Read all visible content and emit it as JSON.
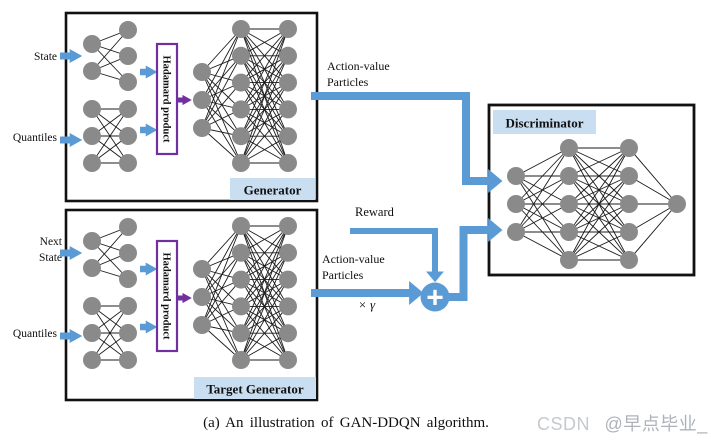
{
  "figure": {
    "caption": "(a) An illustration of GAN-DDQN algorithm.",
    "watermark_brand": "CSDN",
    "watermark_user": "@早点毕业_"
  },
  "generator": {
    "label": "Generator",
    "input_state": "State",
    "input_quantiles": "Quantiles",
    "hadamard_label": "Hadamard product",
    "output_line1": "Action-value",
    "output_line2": "Particles"
  },
  "target_generator": {
    "label": "Target Generator",
    "input_next_line1": "Next",
    "input_next_line2": "State",
    "input_quantiles": "Quantiles",
    "hadamard_label": "Hadamard product",
    "output_line1": "Action-value",
    "output_line2": "Particles",
    "discount_factor": "× γ"
  },
  "discriminator": {
    "label": "Discriminator"
  },
  "signals": {
    "reward": "Reward",
    "sum_operator": "+"
  },
  "colors": {
    "arrow_blue": "#5B9BD5",
    "purple": "#7030A0",
    "node_gray": "#8A8A8A",
    "label_bg": "#C9DEF1",
    "box_border": "#111111",
    "watermark_brand": "#C6C9CD",
    "watermark_user": "#AEB3B9"
  },
  "networks": {
    "gen_state_net": {
      "layers": [
        2,
        3
      ]
    },
    "gen_quantile_net": {
      "layers": [
        3,
        3
      ]
    },
    "gen_main_net": {
      "layers": [
        3,
        6,
        6
      ]
    },
    "tgt_state_net": {
      "layers": [
        2,
        3
      ]
    },
    "tgt_quantile_net": {
      "layers": [
        3,
        3
      ]
    },
    "tgt_main_net": {
      "layers": [
        3,
        6,
        6
      ]
    },
    "disc_net": {
      "layers": [
        3,
        5,
        5,
        1
      ]
    }
  }
}
